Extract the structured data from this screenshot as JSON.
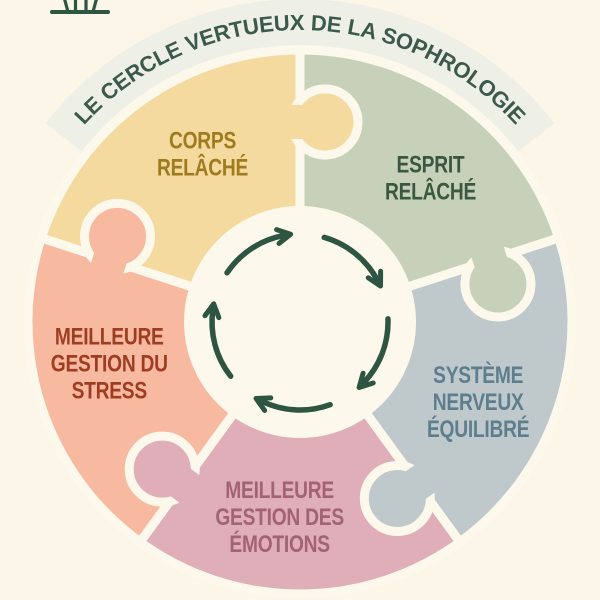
{
  "title": "LE CERCLE VERTUEUX DE LA SOPHROLOGIE",
  "icon": "plant-sprout",
  "center_icon": "cycle-arrows",
  "colors": {
    "background": "#FBF6E8",
    "cream": "#FCF8EC",
    "band": "#EEF0E7",
    "title_text": "#3B5A4B",
    "arrows": "#2E5542"
  },
  "segments": [
    {
      "id": "corps-relache",
      "lines": [
        "CORPS",
        "RELÂCHÉ"
      ],
      "fill": "#F5DA9F",
      "text_color": "#9E7B1E"
    },
    {
      "id": "esprit-relache",
      "lines": [
        "ESPRIT",
        "RELÂCHÉ"
      ],
      "fill": "#C7D1BA",
      "text_color": "#3A5741"
    },
    {
      "id": "systeme-nerveux-equilibre",
      "lines": [
        "SYSTÈME",
        "NERVEUX",
        "ÉQUILIBRÉ"
      ],
      "fill": "#BFC9CB",
      "text_color": "#5C7E8D"
    },
    {
      "id": "meilleure-gestion-des-emotions",
      "lines": [
        "MEILLEURE",
        "GESTION DES",
        "ÉMOTIONS"
      ],
      "fill": "#DFAEB8",
      "text_color": "#A26373"
    },
    {
      "id": "meilleure-gestion-du-stress",
      "lines": [
        "MEILLEURE",
        "GESTION DU",
        "STRESS"
      ],
      "fill": "#F8B9A1",
      "text_color": "#9E3D21"
    }
  ]
}
